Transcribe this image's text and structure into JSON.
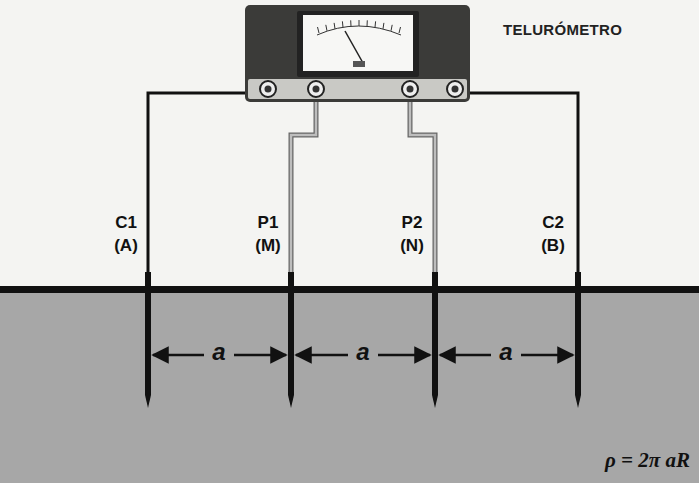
{
  "diagram": {
    "nodes": [
      {
        "text": [
          "TELURÓMETRO"
        ]
      }
    ],
    "labels": [
      "C1 (A)",
      "P1 (M)",
      "P2 (N)",
      "C2 (B)",
      "a",
      "a",
      "a",
      "ρ = 2π aR"
    ]
  }
}
